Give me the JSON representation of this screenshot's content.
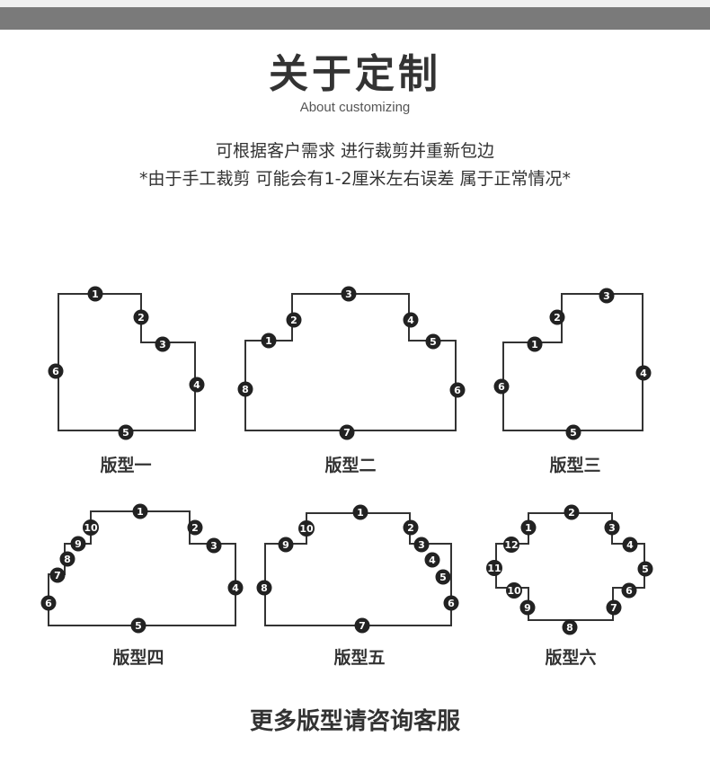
{
  "header": {
    "title": "关于定制",
    "subtitle": "About customizing"
  },
  "description": {
    "line1": "可根据客户需求 进行裁剪并重新包边",
    "line2": "*由于手工裁剪 可能会有1-2厘米左右误差 属于正常情况*"
  },
  "templates": [
    {
      "name": "版型一",
      "markers": [
        "1",
        "2",
        "3",
        "4",
        "5",
        "6"
      ]
    },
    {
      "name": "版型二",
      "markers": [
        "1",
        "2",
        "3",
        "4",
        "5",
        "6",
        "7",
        "8"
      ]
    },
    {
      "name": "版型三",
      "markers": [
        "1",
        "2",
        "3",
        "4",
        "5",
        "6"
      ]
    },
    {
      "name": "版型四",
      "markers": [
        "1",
        "2",
        "3",
        "4",
        "5",
        "6",
        "7",
        "8",
        "9",
        "10"
      ]
    },
    {
      "name": "版型五",
      "markers": [
        "1",
        "2",
        "3",
        "4",
        "5",
        "6",
        "7",
        "8",
        "9",
        "10"
      ]
    },
    {
      "name": "版型六",
      "markers": [
        "1",
        "2",
        "3",
        "4",
        "5",
        "6",
        "7",
        "8",
        "9",
        "10",
        "11",
        "12"
      ]
    }
  ],
  "footer": {
    "text": "更多版型请咨询客服"
  }
}
